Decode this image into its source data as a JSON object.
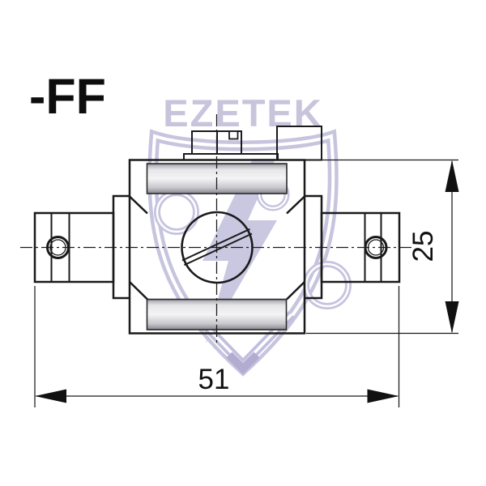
{
  "drawing": {
    "part_label": "-FF",
    "watermark_text": "EZETEK",
    "dimensions": {
      "width": {
        "value": "51",
        "orientation": "horizontal",
        "position": "bottom"
      },
      "height": {
        "value": "25",
        "orientation": "vertical",
        "position": "right"
      }
    },
    "colors": {
      "line": "#1a1a1a",
      "watermark": "#c7c4dc",
      "strip_light": "#f4f4f6",
      "strip_dark": "#85858d"
    }
  }
}
